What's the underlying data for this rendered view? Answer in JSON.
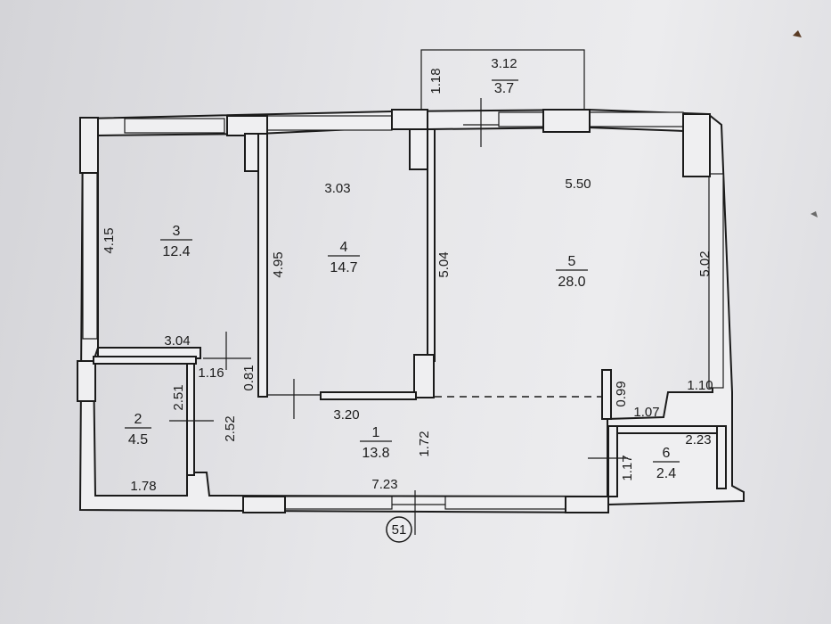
{
  "rooms": [
    {
      "num": "1",
      "area": "13.8"
    },
    {
      "num": "2",
      "area": "4.5"
    },
    {
      "num": "3",
      "area": "12.4"
    },
    {
      "num": "4",
      "area": "14.7"
    },
    {
      "num": "5",
      "area": "28.0"
    },
    {
      "num": "6",
      "area": "2.4"
    }
  ],
  "balcony": {
    "width": "3.12",
    "area": "3.7",
    "depth": "1.18"
  },
  "dimensions": {
    "r3_height": "4.15",
    "r3_width": "3.04",
    "r4_width": "3.03",
    "r4_height": "4.95",
    "r4_bottom": "3.20",
    "wall_504": "5.04",
    "r5_width": "5.50",
    "r5_height": "5.02",
    "niche_099": "0.99",
    "niche_110": "1.10",
    "niche_107": "1.07",
    "r6_width": "2.23",
    "r6_height": "1.17",
    "hall_width": "7.23",
    "hall_172": "1.72",
    "r2_251": "2.51",
    "r2_252": "2.52",
    "r2_width": "1.78",
    "door_116": "1.16",
    "door_081": "0.81"
  },
  "axis_label": "51"
}
